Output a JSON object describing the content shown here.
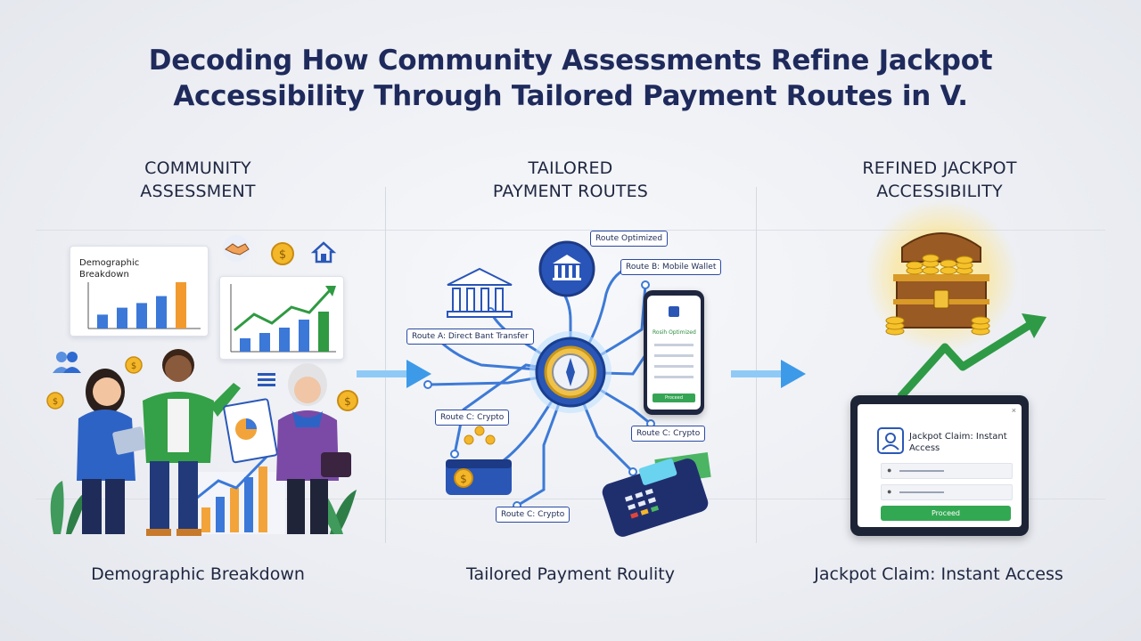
{
  "title_line1": "Decoding How Community Assessments Refine Jackpot",
  "title_line2": "Accessibility Through Tailored Payment Routes in V.",
  "columns": [
    {
      "heading_line1": "COMMUNITY",
      "heading_line2": "ASSESSMENT",
      "caption": "Demographic Breakdown"
    },
    {
      "heading_line1": "TAILORED",
      "heading_line2": "PAYMENT ROUTES",
      "caption": "Tailored Payment Roulity"
    },
    {
      "heading_line1": "REFINED JACKPOT",
      "heading_line2": "ACCESSIBILITY",
      "caption": "Jackpot Claim: Instant Access"
    }
  ],
  "assessment": {
    "chart_card_title": "Demographic Breakdown",
    "chart_bars": [
      0.3,
      0.45,
      0.55,
      0.7,
      1.0
    ],
    "trend_bars": [
      0.25,
      0.35,
      0.45,
      0.6,
      0.75
    ]
  },
  "routes": {
    "labels": {
      "optimized": "Route Optimized",
      "mobile_wallet": "Route B: Mobile Wallet",
      "direct_bank": "Route A: Direct Bant Transfer",
      "crypto_left": "Route C: Crypto",
      "crypto_right": "Route C: Crypto",
      "crypto_bottom": "Route C: Crypto"
    },
    "phone_label": "Rosih Optimized",
    "phone_button": "Proceed"
  },
  "jackpot": {
    "claim_title": "Jackpot Claim: Instant Access",
    "proceed_label": "Proceed"
  },
  "colors": {
    "navy": "#1f2a5c",
    "route_blue": "#3d7ad6",
    "arrow_blue": "#4aa8f0",
    "green": "#33a853",
    "gold": "#f2b91c"
  }
}
